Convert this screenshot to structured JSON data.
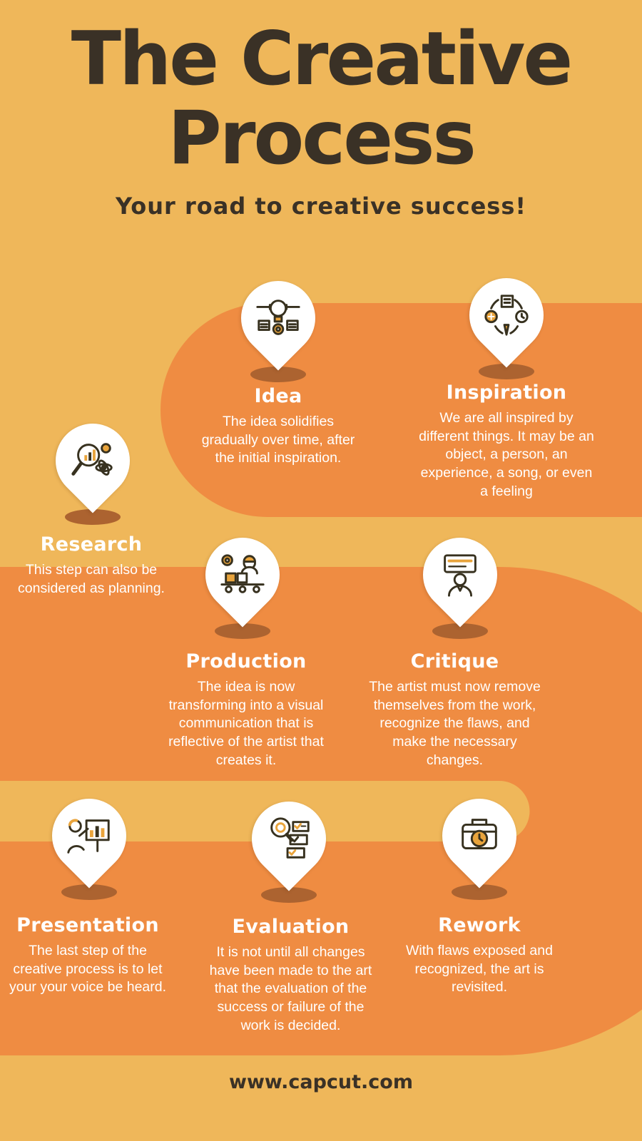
{
  "colors": {
    "background": "#EFB75A",
    "road": "#EF8C42",
    "heading_text": "#3A3126",
    "step_text": "#FFFFFF",
    "pin_fill": "#FFFFFF",
    "pin_shadow": "#AC6330",
    "icon_accent": "#E9A43C",
    "icon_stroke": "#37311F"
  },
  "header": {
    "title_line1": "The Creative",
    "title_line2": "Process",
    "subtitle": "Your road to creative success!"
  },
  "steps": [
    {
      "id": "idea",
      "title": "Idea",
      "description": "The idea solidifies gradually over time, after the initial inspiration.",
      "icon": "idea-bulb-icon"
    },
    {
      "id": "inspiration",
      "title": "Inspiration",
      "description": "We are all inspired by different things.  It may be an object, a person, an experience, a song, or even a feeling",
      "icon": "inspiration-bulb-orbit-icon"
    },
    {
      "id": "research",
      "title": "Research",
      "description": "This step can also be considered as planning.",
      "icon": "research-magnifier-chart-icon"
    },
    {
      "id": "production",
      "title": "Production",
      "description": "The idea is now transforming into a visual communication that is reflective of the artist that creates it.",
      "icon": "production-conveyor-icon"
    },
    {
      "id": "critique",
      "title": "Critique",
      "description": "The artist must now remove themselves from the work, recognize the flaws, and make the necessary changes.",
      "icon": "critique-review-board-icon"
    },
    {
      "id": "presentation",
      "title": "Presentation",
      "description": "The last step of the creative process is to let your your voice be heard.",
      "icon": "presentation-chart-person-icon"
    },
    {
      "id": "evaluation",
      "title": "Evaluation",
      "description": "It is not until all changes have been made to the art that the evaluation of the success or failure of the work is decided.",
      "icon": "evaluation-checklist-magnifier-icon"
    },
    {
      "id": "rework",
      "title": "Rework",
      "description": "With flaws exposed and recognized, the art is revisited.",
      "icon": "rework-toolbox-clock-icon"
    }
  ],
  "footer": {
    "website": "www.capcut.com"
  }
}
